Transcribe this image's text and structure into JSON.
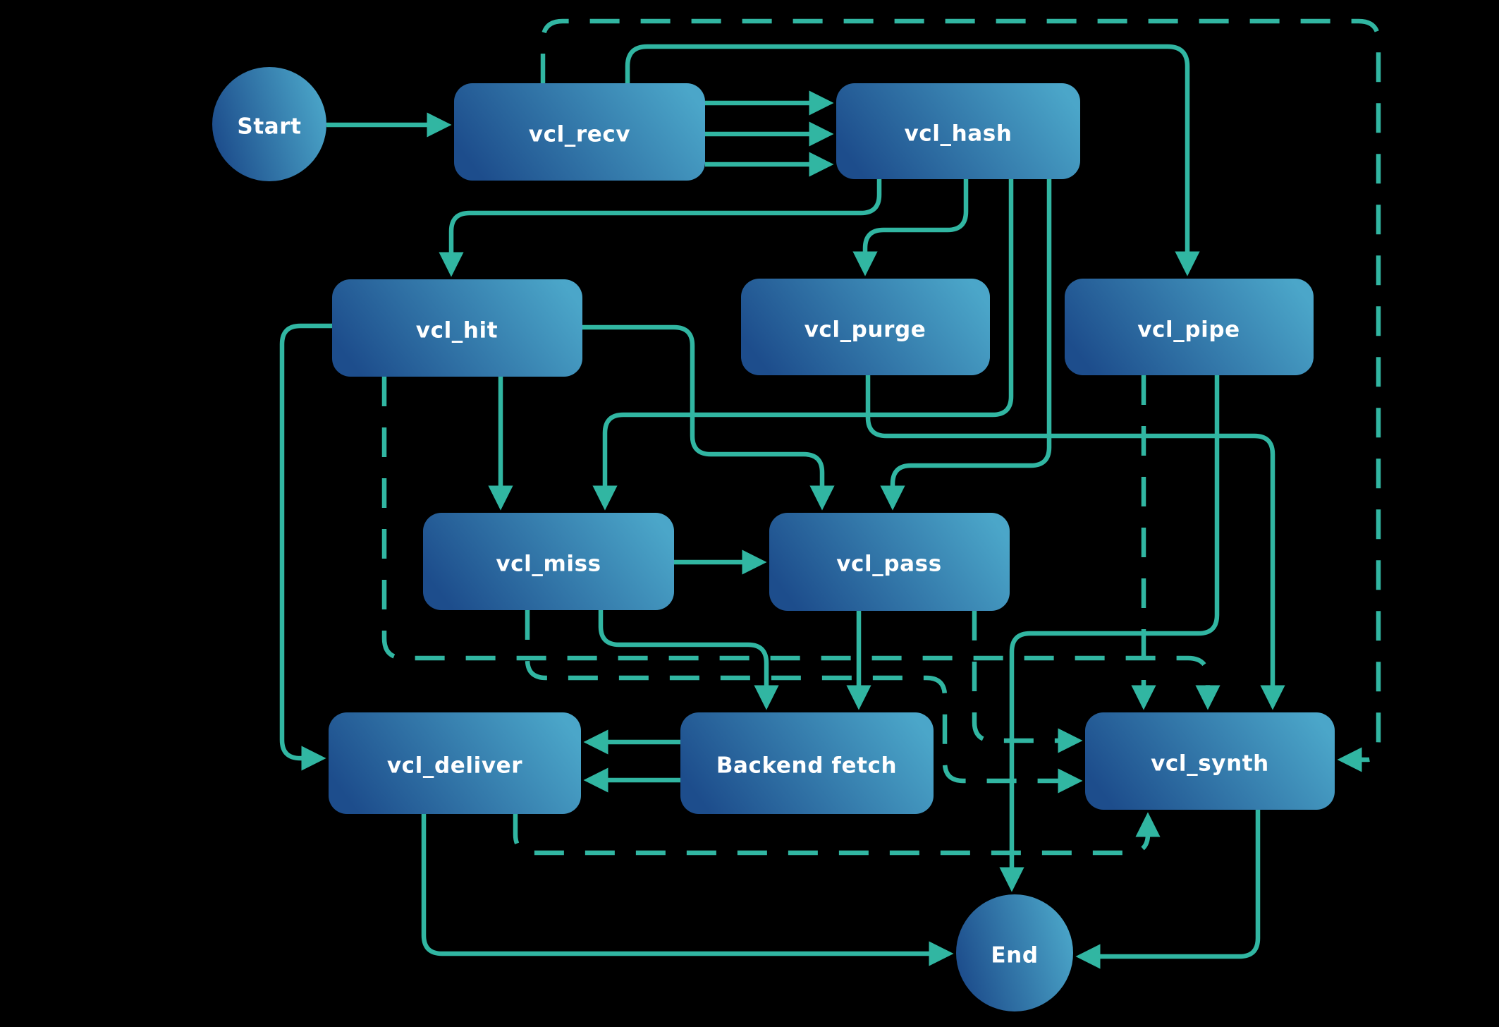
{
  "diagram": {
    "type": "flowchart",
    "background_color": "#000000",
    "edge_color": "#31b6a2",
    "node_gradient_start": "#1d4d8c",
    "node_gradient_end": "#4ba6c9",
    "label_color": "#ffffff"
  },
  "nodes": {
    "start": {
      "label": "Start",
      "shape": "circle"
    },
    "recv": {
      "label": "vcl_recv",
      "shape": "rect"
    },
    "hash": {
      "label": "vcl_hash",
      "shape": "rect"
    },
    "hit": {
      "label": "vcl_hit",
      "shape": "rect"
    },
    "purge": {
      "label": "vcl_purge",
      "shape": "rect"
    },
    "pipe": {
      "label": "vcl_pipe",
      "shape": "rect"
    },
    "miss": {
      "label": "vcl_miss",
      "shape": "rect"
    },
    "pass": {
      "label": "vcl_pass",
      "shape": "rect"
    },
    "deliver": {
      "label": "vcl_deliver",
      "shape": "rect"
    },
    "backend": {
      "label": "Backend fetch",
      "shape": "rect"
    },
    "synth": {
      "label": "vcl_synth",
      "shape": "rect"
    },
    "end": {
      "label": "End",
      "shape": "circle"
    }
  },
  "edges": [
    {
      "from": "start",
      "to": "recv",
      "style": "solid"
    },
    {
      "from": "recv",
      "to": "hash",
      "style": "solid"
    },
    {
      "from": "recv",
      "to": "hash",
      "style": "solid"
    },
    {
      "from": "recv",
      "to": "hash",
      "style": "solid"
    },
    {
      "from": "recv",
      "to": "pipe",
      "style": "solid"
    },
    {
      "from": "hash",
      "to": "hit",
      "style": "solid"
    },
    {
      "from": "hash",
      "to": "purge",
      "style": "solid"
    },
    {
      "from": "hash",
      "to": "miss",
      "style": "solid"
    },
    {
      "from": "hash",
      "to": "pass",
      "style": "solid"
    },
    {
      "from": "hit",
      "to": "miss",
      "style": "solid"
    },
    {
      "from": "hit",
      "to": "pass",
      "style": "solid"
    },
    {
      "from": "hit",
      "to": "deliver",
      "style": "solid"
    },
    {
      "from": "miss",
      "to": "pass",
      "style": "solid"
    },
    {
      "from": "miss",
      "to": "backend",
      "style": "solid"
    },
    {
      "from": "pass",
      "to": "backend",
      "style": "solid"
    },
    {
      "from": "backend",
      "to": "deliver",
      "style": "solid"
    },
    {
      "from": "backend",
      "to": "deliver",
      "style": "solid"
    },
    {
      "from": "purge",
      "to": "synth",
      "style": "solid"
    },
    {
      "from": "pipe",
      "to": "end",
      "style": "solid"
    },
    {
      "from": "deliver",
      "to": "end",
      "style": "solid"
    },
    {
      "from": "synth",
      "to": "end",
      "style": "solid"
    },
    {
      "from": "recv",
      "to": "synth",
      "style": "dashed"
    },
    {
      "from": "hit",
      "to": "synth",
      "style": "dashed"
    },
    {
      "from": "miss",
      "to": "synth",
      "style": "dashed"
    },
    {
      "from": "pass",
      "to": "synth",
      "style": "dashed"
    },
    {
      "from": "pipe",
      "to": "synth",
      "style": "dashed"
    },
    {
      "from": "deliver",
      "to": "synth",
      "style": "dashed"
    }
  ]
}
